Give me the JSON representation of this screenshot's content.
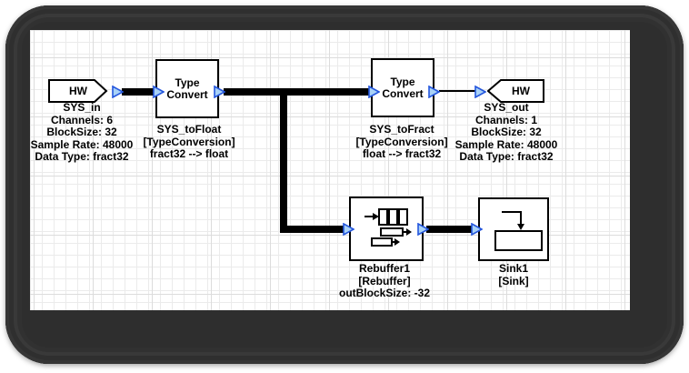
{
  "colors": {
    "canvas_bg": "#ffffff",
    "grid_minor": "#ebebeb",
    "grid_major": "#dcdcdc",
    "frame_bg": "#2e2e2e",
    "wire": "#000000",
    "block_border": "#000000",
    "port_fill": "#a9d2f7",
    "port_border": "#2456dd",
    "text": "#000000"
  },
  "blocks": {
    "sys_in": {
      "shape_label": "HW",
      "caption": [
        "SYS_in",
        "Channels: 6",
        "BlockSize: 32",
        "Sample Rate: 48000",
        "Data Type: fract32"
      ]
    },
    "sys_to_float": {
      "shape_label": "Type Convert",
      "caption": [
        "SYS_toFloat",
        "[TypeConversion]",
        "fract32 --> float"
      ]
    },
    "sys_to_fract": {
      "shape_label": "Type Convert",
      "caption": [
        "SYS_toFract",
        "[TypeConversion]",
        "float --> fract32"
      ]
    },
    "sys_out": {
      "shape_label": "HW",
      "caption": [
        "SYS_out",
        "Channels: 1",
        "BlockSize: 32",
        "Sample Rate: 48000",
        "Data Type: fract32"
      ]
    },
    "rebuffer1": {
      "caption": [
        "Rebuffer1",
        "[Rebuffer]",
        "outBlockSize: -32"
      ]
    },
    "sink1": {
      "caption": [
        "Sink1",
        "[Sink]"
      ]
    }
  },
  "connections": [
    {
      "from": "SYS_in",
      "to": "SYS_toFloat",
      "style": "thick"
    },
    {
      "from": "SYS_toFloat",
      "to": "SYS_toFract",
      "style": "thick"
    },
    {
      "from": "SYS_toFloat",
      "to": "Rebuffer1",
      "style": "thick"
    },
    {
      "from": "SYS_toFract",
      "to": "SYS_out",
      "style": "thin"
    },
    {
      "from": "Rebuffer1",
      "to": "Sink1",
      "style": "thick"
    }
  ]
}
